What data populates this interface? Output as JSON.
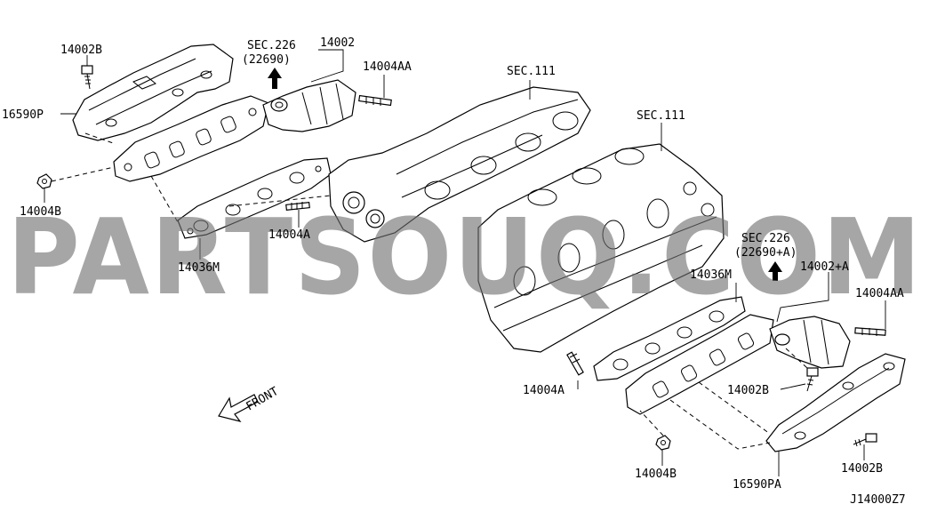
{
  "labels": {
    "p14002b_top": "14002B",
    "sec226_top": "SEC.226",
    "sec226_top_sub": "(22690)",
    "p14002": "14002",
    "p14004aa_top": "14004AA",
    "sec111_left": "SEC.111",
    "sec111_right": "SEC.111",
    "p16590p": "16590P",
    "p14004b_left": "14004B",
    "p14004a_left": "14004A",
    "p14036m_left": "14036M",
    "sec226_right": "SEC.226",
    "sec226_right_sub": "(22690+A)",
    "p14002a": "14002+A",
    "p14036m_right": "14036M",
    "p14004aa_right": "14004AA",
    "p14002b_mid": "14002B",
    "p14004a_right": "14004A",
    "p14004b_bottom": "14004B",
    "p16590pa": "16590PA",
    "p14002b_right": "14002B",
    "front": "FRONT",
    "diagram_id": "J14000Z7"
  },
  "watermark": "PARTSOUQ.COM"
}
